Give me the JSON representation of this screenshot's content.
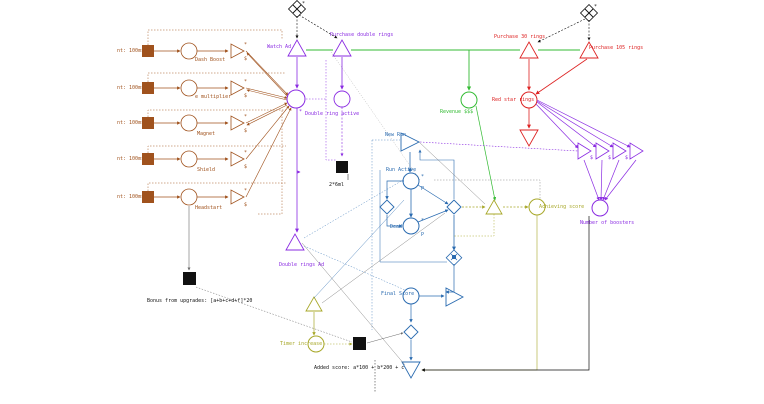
{
  "colors": {
    "brown": "#a0521d",
    "purple": "#8a2be2",
    "green": "#33bb33",
    "red": "#dd2222",
    "blue": "#2a6bb0",
    "olive": "#a8a82a",
    "black": "#111111",
    "gray": "#6a6a6a"
  },
  "booster_labels": {
    "rates": [
      "nt: 100ms",
      "nt: 100ms",
      "nt: 100ms",
      "nt: 100ms",
      "nt: 100ms"
    ],
    "names": [
      "Dash Boost",
      "e multiplier",
      "Magnet",
      "Shield",
      "Headstart"
    ]
  },
  "labels": {
    "watch_ad": "Watch Ad",
    "purchase_double": "Purchase double rings",
    "double_ring_active": "Double ring active",
    "ring_count": "2*6ml",
    "double_rings_ad": "Double rings Ad",
    "purchase_30": "Purchase 30 rings",
    "purchase_105": "Purchase 105 rings",
    "revenue": "Revenue $$$",
    "red_star_rings": "Red star rings",
    "new_run": "New Run",
    "run_active": "Run Active",
    "dead": "Dead",
    "final_score": "Final Score",
    "achieved_score": "Achieving score",
    "number_boosters": "Number of boosters",
    "bonus_upgrades": "Bonus from upgrades: [a+b+c+d+f]*20",
    "timer_increase": "Timer increase",
    "added_score": "Added score: a*100 + b*200 + c",
    "star": "*",
    "p": "P",
    "dollar": "$"
  }
}
